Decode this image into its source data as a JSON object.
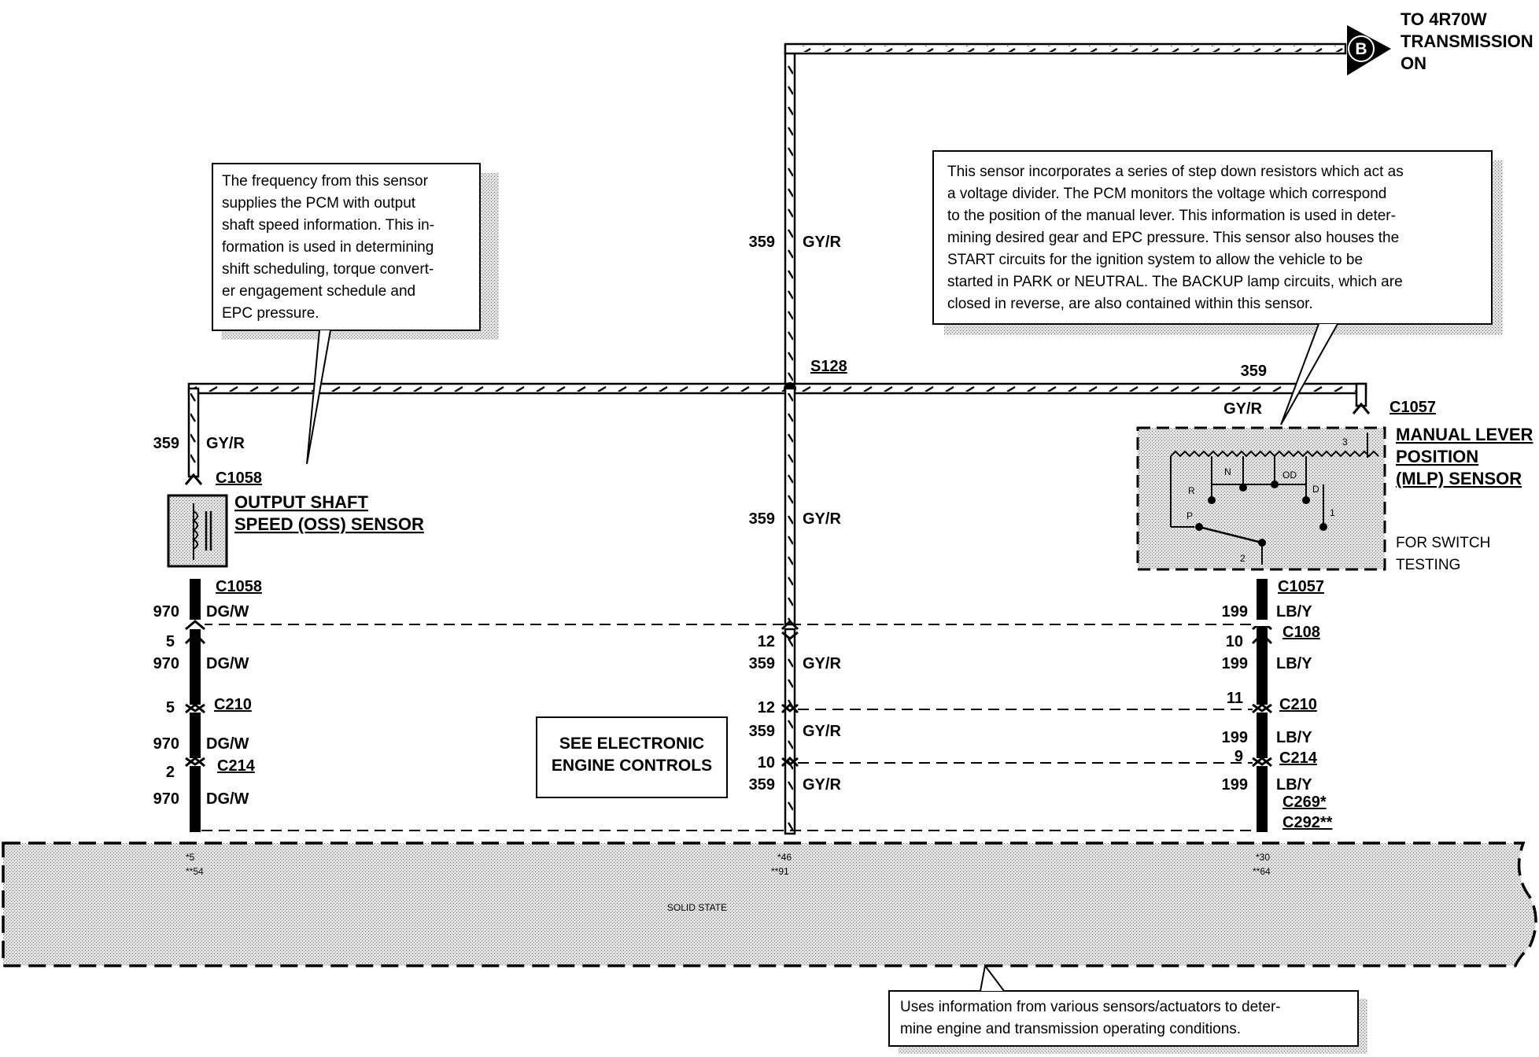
{
  "top_destination": {
    "badge": "B",
    "lines": [
      "TO 4R70W",
      "TRANSMISSION",
      "ON"
    ]
  },
  "notes": {
    "oss_note": [
      "The frequency from this sensor",
      "supplies the PCM with output",
      "shaft speed information. This in-",
      "formation is used in determining",
      "shift scheduling, torque convert-",
      "er engagement schedule and",
      "EPC pressure."
    ],
    "mlp_note": [
      "This sensor incorporates a series of step down resistors which act as",
      "a voltage divider. The PCM monitors the voltage which correspond",
      "to the position of the manual lever. This information is used in deter-",
      "mining desired gear and EPC pressure. This sensor also houses the",
      "START circuits for the ignition system to allow the vehicle to be",
      "started in PARK or NEUTRAL. The BACKUP lamp circuits, which are",
      "closed in reverse, are also contained within this sensor."
    ],
    "pcm_note": [
      "Uses information from various sensors/actuators to deter-",
      "mine engine and transmission operating conditions."
    ],
    "eec_note": [
      "SEE ELECTRONIC",
      "ENGINE CONTROLS"
    ]
  },
  "splice": "S128",
  "components": {
    "oss": {
      "connector": "C1058",
      "name_lines": [
        "OUTPUT SHAFT",
        "SPEED (OSS) SENSOR"
      ]
    },
    "mlp": {
      "connector": "C1057",
      "name_lines": [
        "MANUAL LEVER",
        "POSITION",
        "(MLP) SENSOR"
      ],
      "test_lines": [
        "FOR SWITCH",
        "TESTING"
      ],
      "positions": [
        "R",
        "N",
        "OD",
        "D",
        "P",
        "1",
        "3",
        "2"
      ]
    }
  },
  "wires": {
    "top_vertical": {
      "circuit": "359",
      "color": "GY/R"
    },
    "mid_vertical": {
      "circuit": "359",
      "color": "GY/R"
    },
    "left_drop": {
      "circuit": "359",
      "color": "GY/R"
    },
    "right_horizontal": {
      "circuit": "359",
      "color": "GY/R"
    }
  },
  "left_column": [
    {
      "connector": "C1058"
    },
    {
      "circuit": "970",
      "color": "DG/W"
    },
    {
      "pin": "5"
    },
    {
      "circuit": "970",
      "color": "DG/W"
    },
    {
      "pin": "5",
      "connector": "C210"
    },
    {
      "circuit": "970",
      "color": "DG/W"
    },
    {
      "pin": "2",
      "connector": "C214"
    },
    {
      "circuit": "970",
      "color": "DG/W"
    }
  ],
  "center_column": [
    {
      "pin": "12"
    },
    {
      "circuit": "359",
      "color": "GY/R"
    },
    {
      "pin": "12"
    },
    {
      "circuit": "359",
      "color": "GY/R"
    },
    {
      "pin": "10"
    },
    {
      "circuit": "359",
      "color": "GY/R"
    }
  ],
  "right_column": [
    {
      "connector": "C1057"
    },
    {
      "circuit": "199",
      "color": "LB/Y"
    },
    {
      "connector": "C108"
    },
    {
      "pin": "10"
    },
    {
      "circuit": "199",
      "color": "LB/Y"
    },
    {
      "pin": "11",
      "connector": "C210"
    },
    {
      "circuit": "199",
      "color": "LB/Y"
    },
    {
      "pin": "9",
      "connector": "C214"
    },
    {
      "circuit": "199",
      "color": "LB/Y"
    },
    {
      "connector": "C269*"
    },
    {
      "connector": "C292**"
    }
  ],
  "pcm": {
    "label": "SOLID STATE",
    "pins": [
      {
        "a": "*5",
        "b": "**54"
      },
      {
        "a": "*46",
        "b": "**91"
      },
      {
        "a": "*30",
        "b": "**64"
      }
    ]
  }
}
